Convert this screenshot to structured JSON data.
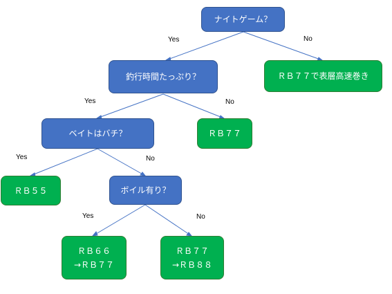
{
  "nodes": {
    "q_night": "ナイトゲーム？",
    "q_time": "釣行時間たっぷり？",
    "q_bait": "ベイトはバチ？",
    "q_boil": "ボイル有り？",
    "a_rb77_top": "ＲＢ７７で表層高速巻き",
    "a_rb77_mid": "ＲＢ７７",
    "a_rb55": "ＲＢ５５",
    "a_rb66": "ＲＢ６６\n→ＲＢ７７",
    "a_rb77_88": "ＲＢ７７\n→ＲＢ８８"
  },
  "edge_labels": {
    "yes": "Yes",
    "no": "No"
  },
  "colors": {
    "question": "#4472c4",
    "answer": "#00b050",
    "line": "#4472c4"
  }
}
